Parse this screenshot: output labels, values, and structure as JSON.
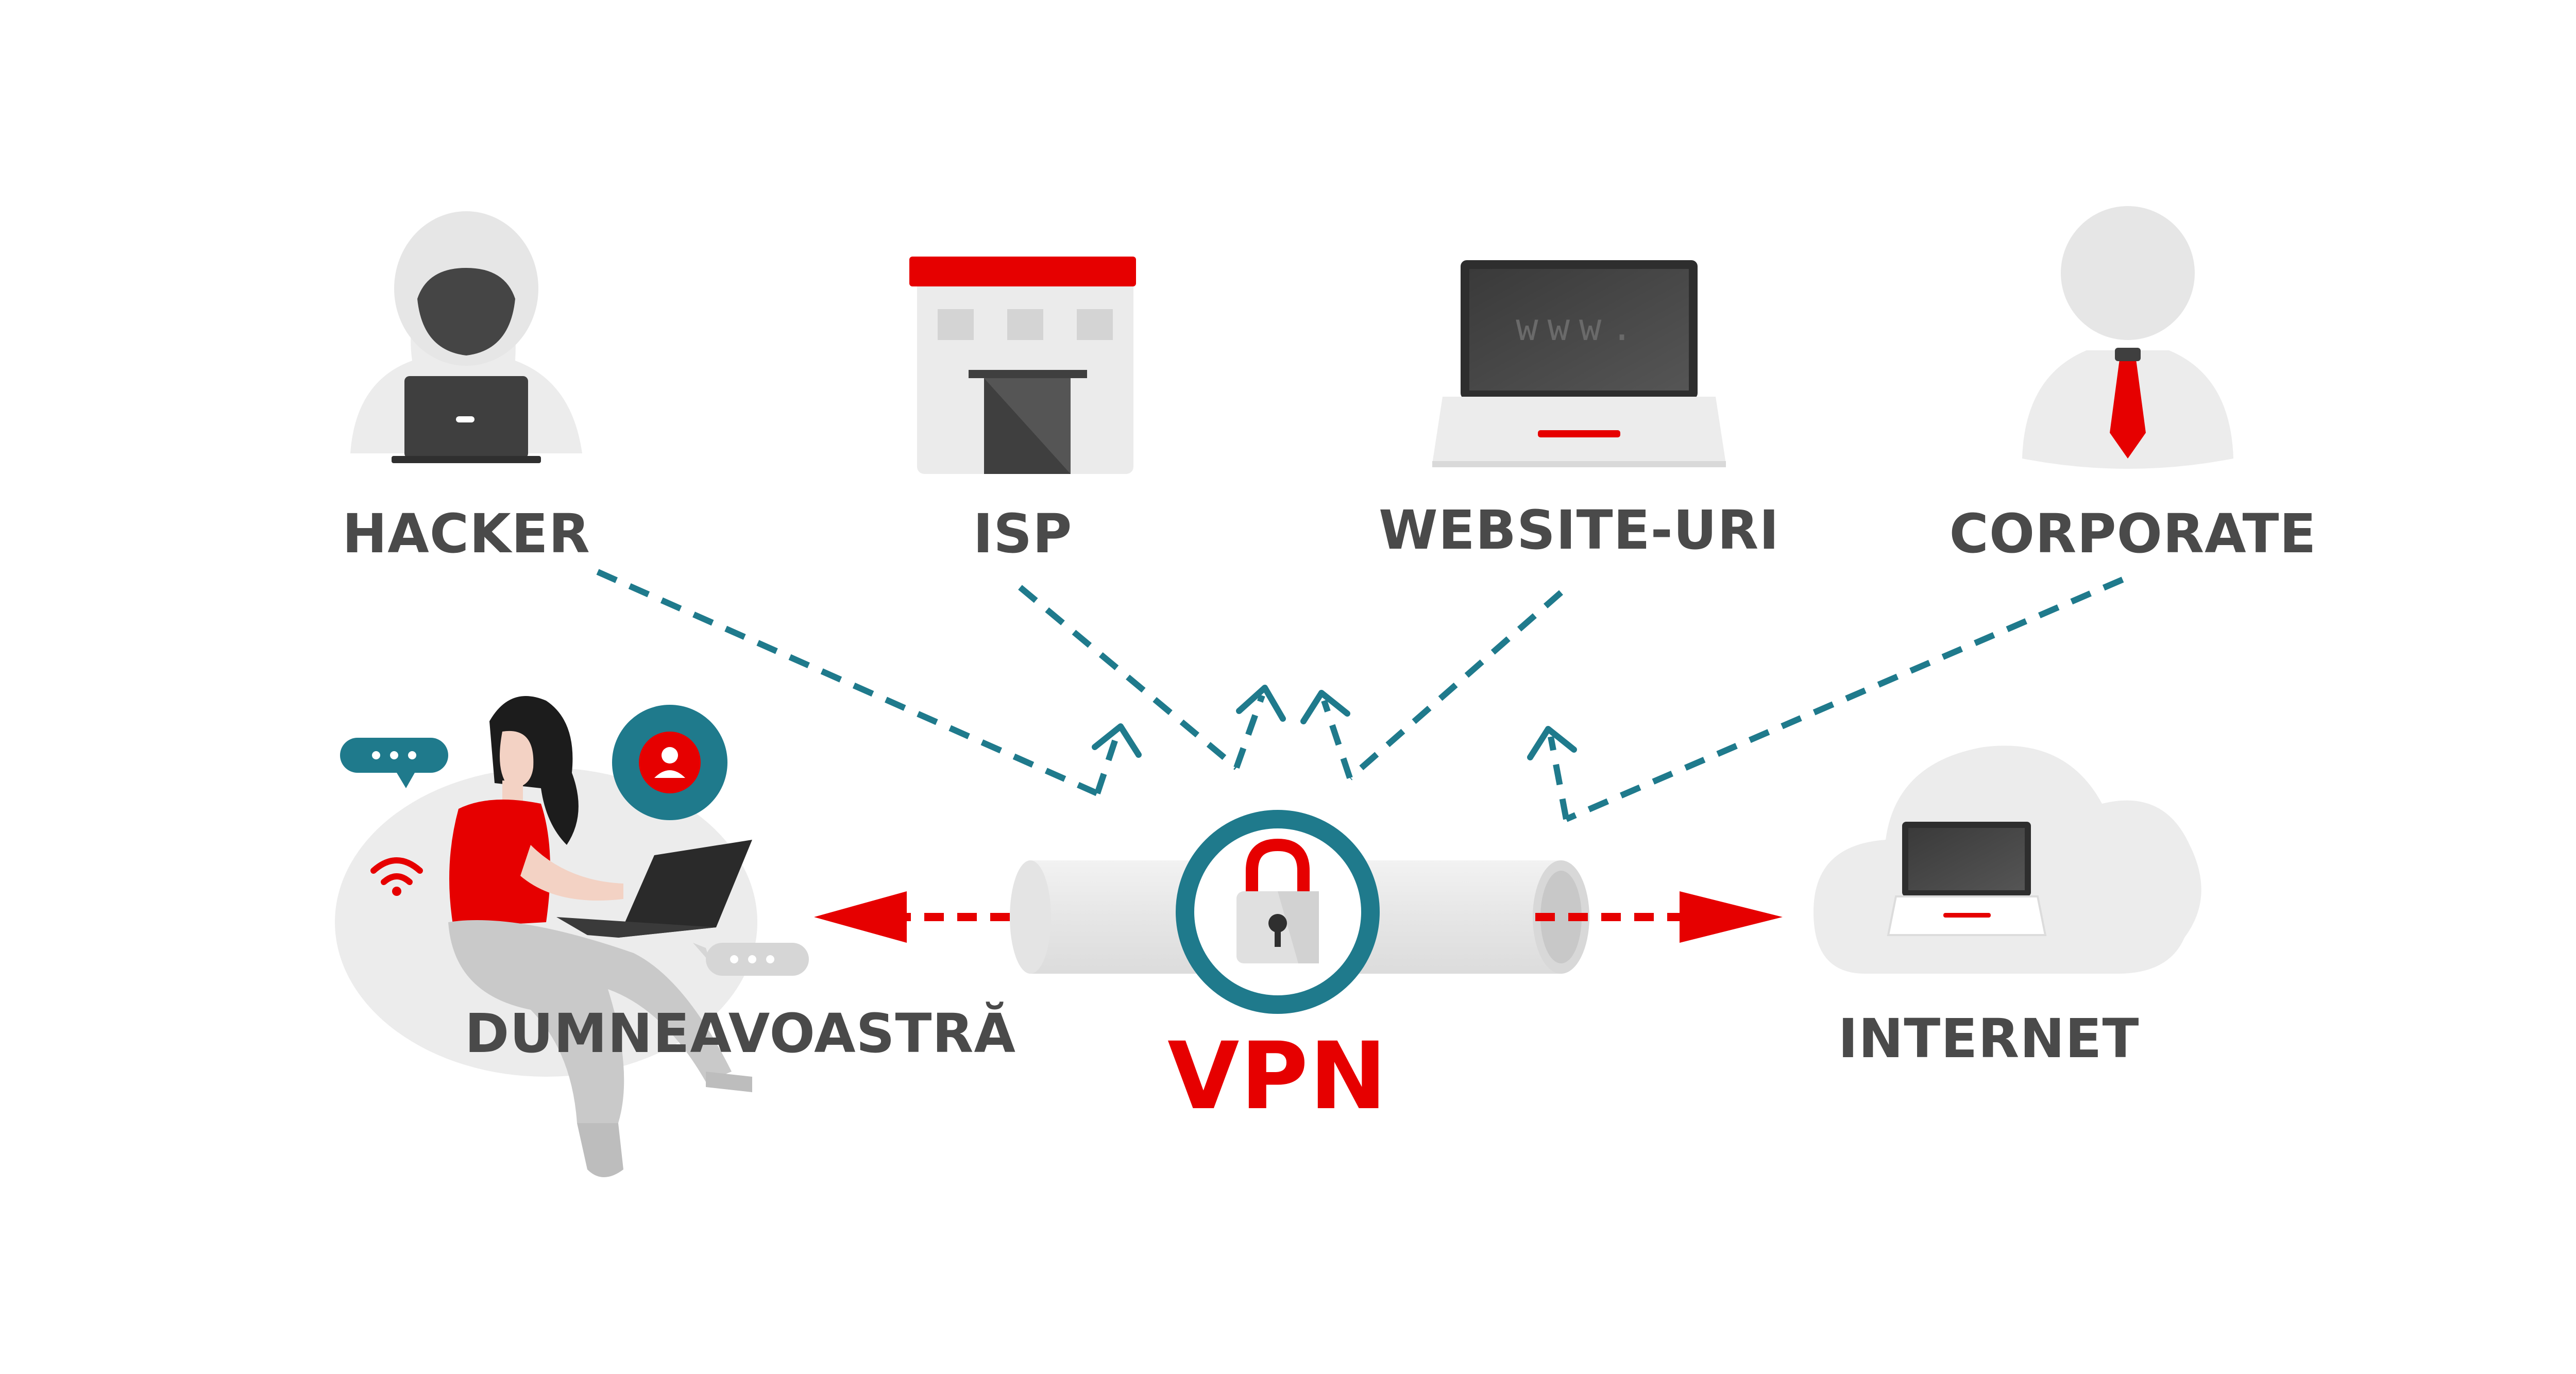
{
  "nodes": {
    "hacker": {
      "label": "HACKER",
      "icon": "hacker-icon"
    },
    "isp": {
      "label": "ISP",
      "icon": "isp-building-icon"
    },
    "websites": {
      "label": "WEBSITE-URI",
      "icon": "laptop-www-icon",
      "screen_text": "www."
    },
    "corporate": {
      "label": "CORPORATE",
      "icon": "businessman-icon"
    },
    "you": {
      "label": "DUMNEAVOASTRĂ",
      "icon": "woman-laptop-icon"
    },
    "vpn": {
      "label": "VPN",
      "icon": "padlock-icon"
    },
    "internet": {
      "label": "INTERNET",
      "icon": "cloud-laptop-icon"
    }
  },
  "colors": {
    "accent_red": "#e60000",
    "teal": "#1f7a8c",
    "grey_light": "#e8e8e8",
    "grey_dark": "#4a4a4a"
  }
}
